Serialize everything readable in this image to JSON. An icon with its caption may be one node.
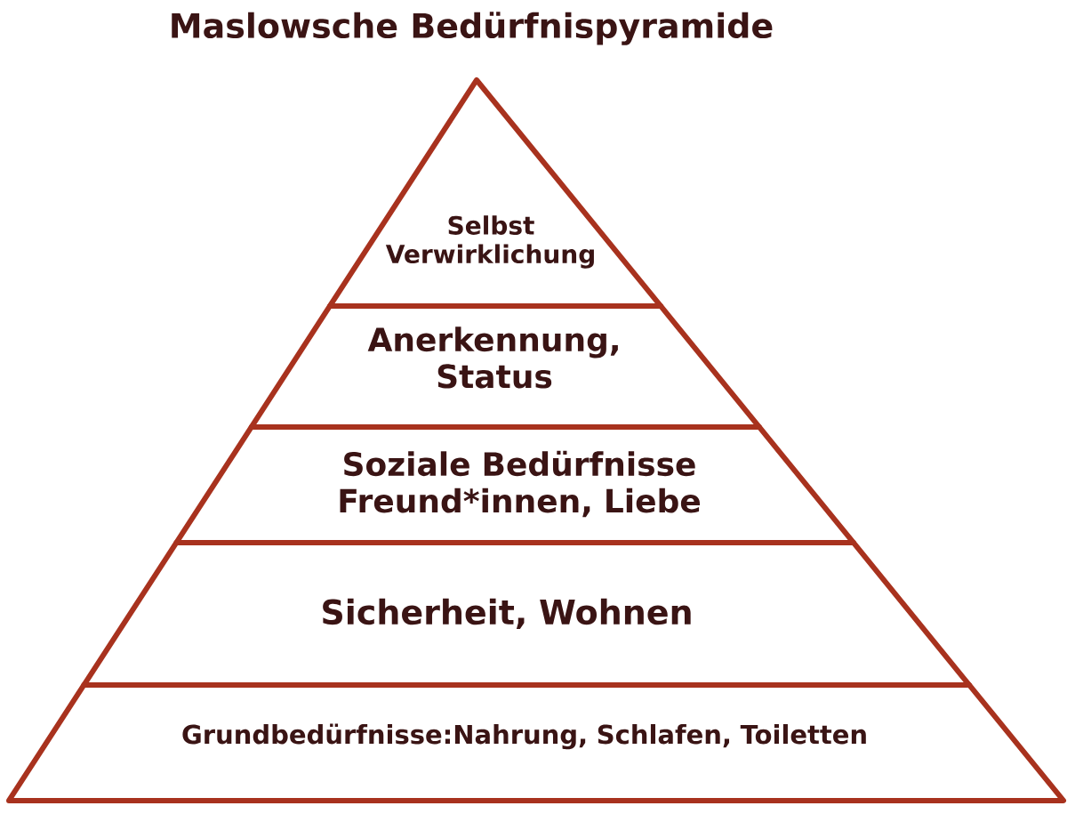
{
  "diagram": {
    "title": "Maslowsche Bedürfnispyramide",
    "nodes": [
      {
        "text": [
          "Selbst Verwirklichung"
        ]
      },
      {
        "text": [
          "Anerkennung, Status"
        ]
      },
      {
        "text": [
          "Soziale Bedürfnisse Freund*innen, Liebe"
        ]
      },
      {
        "text": [
          "Sicherheit, Wohnen"
        ]
      },
      {
        "text": [
          "Grundbedürfnisse:Nahrung, Schlafen, Toiletten"
        ]
      }
    ]
  }
}
